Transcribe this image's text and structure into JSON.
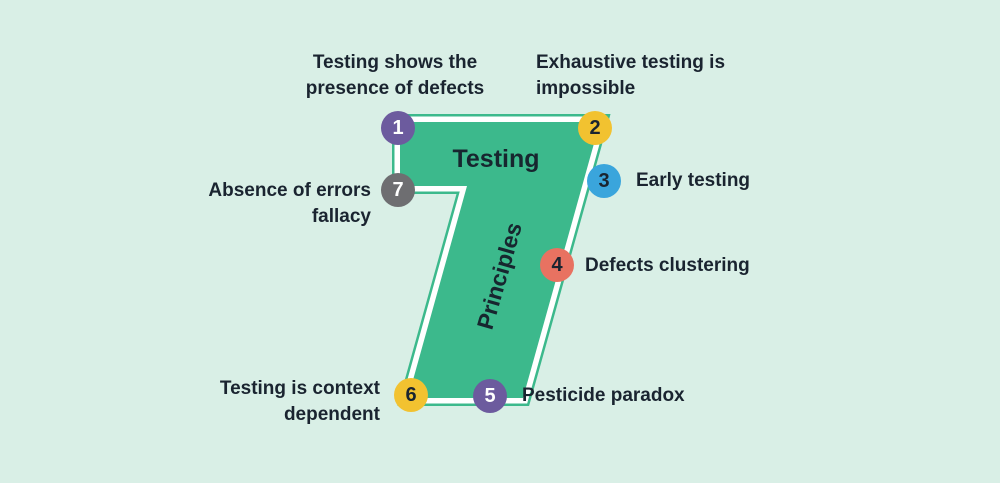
{
  "figure": {
    "big_numeral": "7",
    "word_top": "Testing",
    "word_diagonal": "Principles"
  },
  "colors": {
    "background": "#d9efe6",
    "numeral_green": "#3cb98c",
    "outline_gap": "#ffffff",
    "text_dark": "#1a2430",
    "purple": "#6c5b9e",
    "yellow": "#f2c230",
    "blue": "#3aa5dc",
    "coral": "#e87261",
    "gray": "#6e6e71"
  },
  "principles": [
    {
      "number": "1",
      "label": "Testing shows the presence of defects",
      "color": "#6c5b9e",
      "text_color": "#ffffff"
    },
    {
      "number": "2",
      "label": "Exhaustive testing is impossible",
      "color": "#f2c230",
      "text_color": "#1a2430"
    },
    {
      "number": "3",
      "label": "Early testing",
      "color": "#3aa5dc",
      "text_color": "#1a2430"
    },
    {
      "number": "4",
      "label": "Defects clustering",
      "color": "#e87261",
      "text_color": "#1a2430"
    },
    {
      "number": "5",
      "label": "Pesticide paradox",
      "color": "#6c5b9e",
      "text_color": "#ffffff"
    },
    {
      "number": "6",
      "label": "Testing is context dependent",
      "color": "#f2c230",
      "text_color": "#1a2430"
    },
    {
      "number": "7",
      "label": "Absence of errors fallacy",
      "color": "#6e6e71",
      "text_color": "#ffffff"
    }
  ]
}
